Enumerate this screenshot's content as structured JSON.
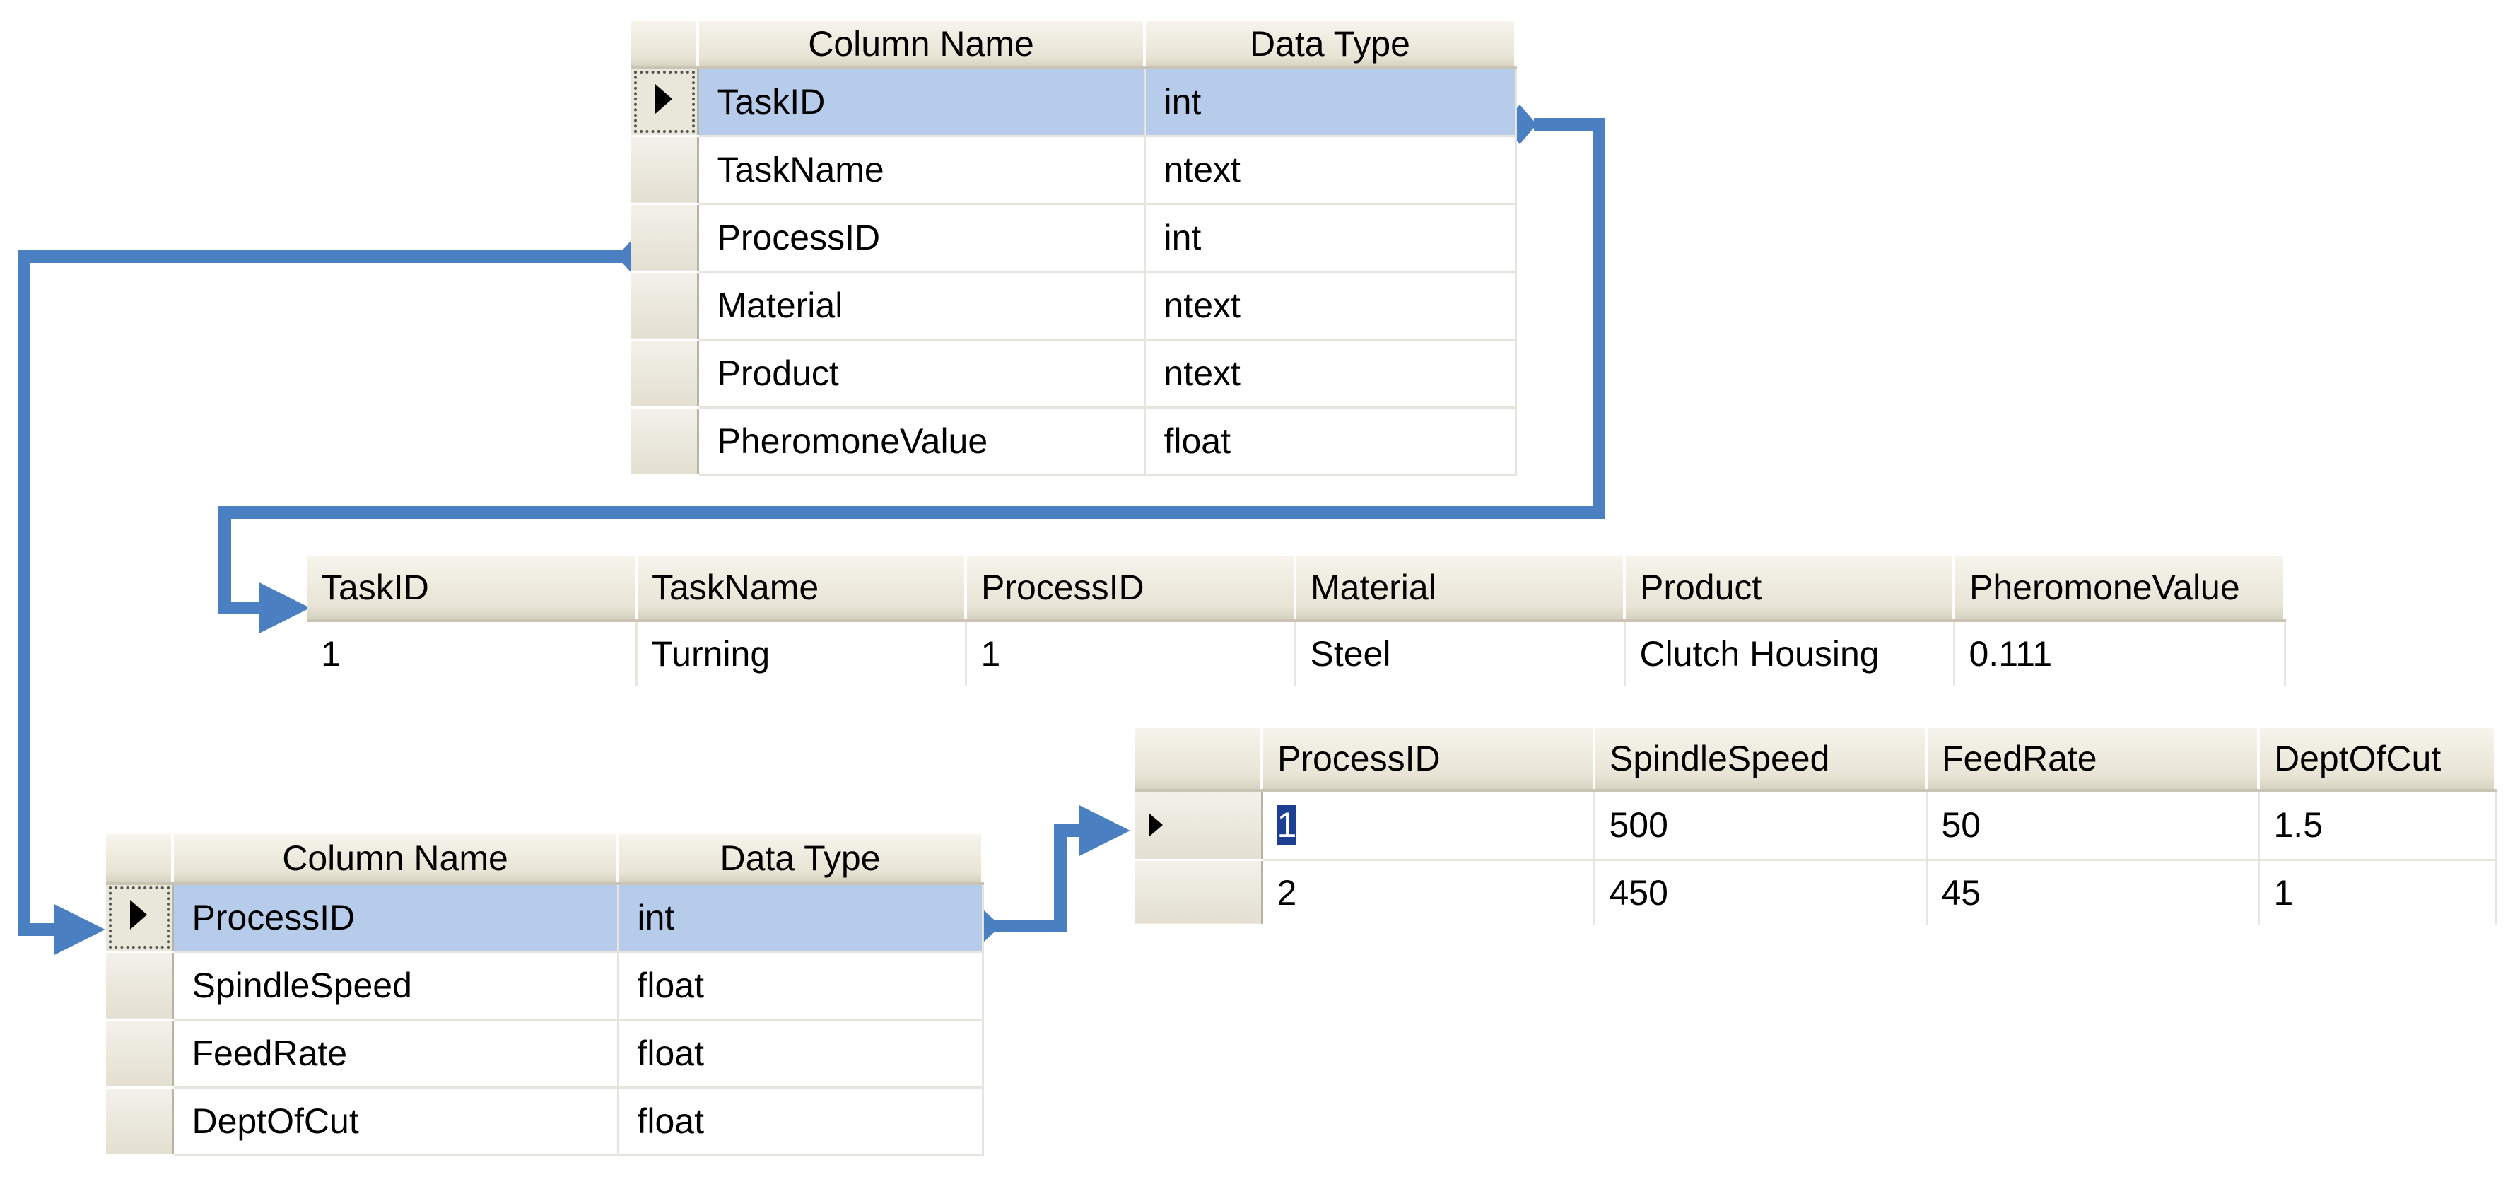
{
  "task_design": {
    "headers": [
      "Column Name",
      "Data Type"
    ],
    "rows": [
      {
        "name": "TaskID",
        "type": "int"
      },
      {
        "name": "TaskName",
        "type": "ntext"
      },
      {
        "name": "ProcessID",
        "type": "int"
      },
      {
        "name": "Material",
        "type": "ntext"
      },
      {
        "name": "Product",
        "type": "ntext"
      },
      {
        "name": "PheromoneValue",
        "type": "float"
      }
    ]
  },
  "task_data": {
    "headers": [
      "TaskID",
      "TaskName",
      "ProcessID",
      "Material",
      "Product",
      "PheromoneValue"
    ],
    "row": [
      "1",
      "Turning",
      "1",
      "Steel",
      "Clutch Housing",
      "0.111"
    ]
  },
  "process_design": {
    "headers": [
      "Column Name",
      "Data Type"
    ],
    "rows": [
      {
        "name": "ProcessID",
        "type": "int"
      },
      {
        "name": "SpindleSpeed",
        "type": "float"
      },
      {
        "name": "FeedRate",
        "type": "float"
      },
      {
        "name": "DeptOfCut",
        "type": "float"
      }
    ]
  },
  "process_data": {
    "headers": [
      "ProcessID",
      "SpindleSpeed",
      "FeedRate",
      "DeptOfCut"
    ],
    "rows": [
      [
        "1",
        "500",
        "50",
        "1.5"
      ],
      [
        "2",
        "450",
        "45",
        "1"
      ]
    ]
  },
  "colors": {
    "connector": "#4a7fc1",
    "selected_row": "#b7cbea",
    "header": "#e8e4d5"
  }
}
